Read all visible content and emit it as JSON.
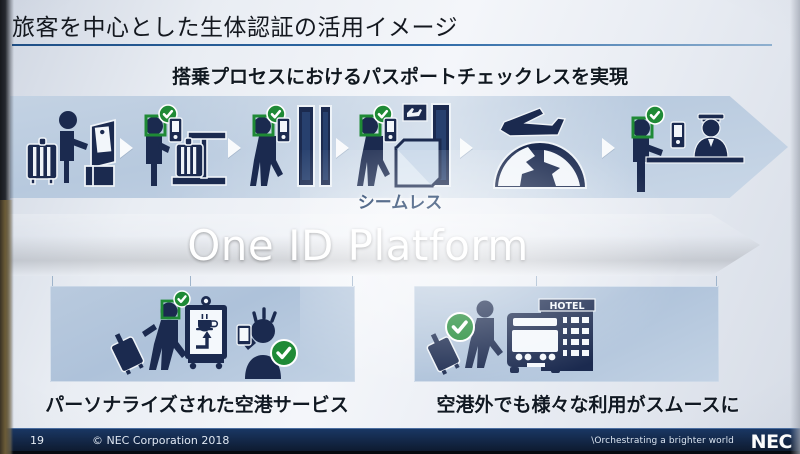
{
  "slide": {
    "title": "旅客を中心とした生体認証の活用イメージ",
    "subtitle": "搭乗プロセスにおけるパスポートチェックレスを実現",
    "seamless_label": "シームレス",
    "platform_label": "One ID Platform"
  },
  "process_steps": [
    {
      "id": "check-in-kiosk",
      "icon": "check-in-kiosk-icon",
      "has_face_badge": false
    },
    {
      "id": "baggage-drop",
      "icon": "baggage-drop-icon",
      "has_face_badge": true
    },
    {
      "id": "security-gate",
      "icon": "security-gate-icon",
      "has_face_badge": true
    },
    {
      "id": "boarding-gate",
      "icon": "boarding-gate-icon",
      "has_face_badge": true
    },
    {
      "id": "flight",
      "icon": "airplane-globe-icon",
      "has_face_badge": false
    },
    {
      "id": "immigration",
      "icon": "immigration-counter-icon",
      "has_face_badge": true
    }
  ],
  "bottom_panels": [
    {
      "id": "personalized-airport-service",
      "caption": "パーソナライズされた空港サービス",
      "icons": [
        "traveler-with-suitcase-icon",
        "digital-signage-board-icon",
        "person-with-smartphone-icon"
      ]
    },
    {
      "id": "outside-airport-usage",
      "caption": "空港外でも様々な利用がスムースに",
      "icons": [
        "traveler-with-suitcase-icon",
        "bus-icon",
        "hotel-building-icon"
      ],
      "hotel_sign": "HOTEL"
    }
  ],
  "footer": {
    "page_number": "19",
    "copyright": "© NEC Corporation 2018",
    "tagline": "\\Orchestrating a brighter world",
    "logo": "NEC"
  },
  "colors": {
    "navy": "#1b2a4f",
    "dark_navy": "#16213d",
    "platform_blue": "#1d5288",
    "accent_blue": "#2f6ba8",
    "check_green": "#1f8a36",
    "panel_blue": "#b3c7dd",
    "title_text": "#14181f"
  }
}
